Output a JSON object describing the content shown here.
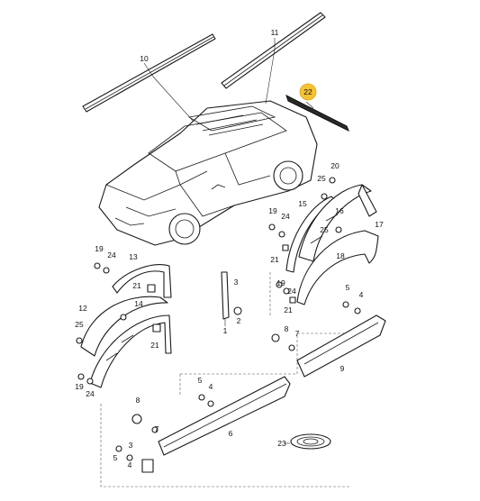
{
  "callouts": [
    {
      "id": "c10",
      "label": "10"
    },
    {
      "id": "c11",
      "label": "11"
    },
    {
      "id": "c22",
      "label": "22",
      "highlight": true
    },
    {
      "id": "c20",
      "label": "20"
    },
    {
      "id": "c25a",
      "label": "25"
    },
    {
      "id": "c15",
      "label": "15"
    },
    {
      "id": "c16",
      "label": "16"
    },
    {
      "id": "c17",
      "label": "17"
    },
    {
      "id": "c19a",
      "label": "19"
    },
    {
      "id": "c24a",
      "label": "24"
    },
    {
      "id": "c25b",
      "label": "25"
    },
    {
      "id": "c21a",
      "label": "21"
    },
    {
      "id": "c18",
      "label": "18"
    },
    {
      "id": "c19b",
      "label": "19"
    },
    {
      "id": "c24b",
      "label": "24"
    },
    {
      "id": "c13",
      "label": "13"
    },
    {
      "id": "c21b",
      "label": "21"
    },
    {
      "id": "c3",
      "label": "3"
    },
    {
      "id": "c21c",
      "label": "21"
    },
    {
      "id": "c19c",
      "label": "19"
    },
    {
      "id": "c24c",
      "label": "24"
    },
    {
      "id": "c2",
      "label": "2"
    },
    {
      "id": "c12",
      "label": "12"
    },
    {
      "id": "c14",
      "label": "14"
    },
    {
      "id": "c25c",
      "label": "25"
    },
    {
      "id": "c21d",
      "label": "21"
    },
    {
      "id": "c1",
      "label": "1"
    },
    {
      "id": "c5a",
      "label": "5"
    },
    {
      "id": "c4a",
      "label": "4"
    },
    {
      "id": "c8a",
      "label": "8"
    },
    {
      "id": "c7a",
      "label": "7"
    },
    {
      "id": "c9",
      "label": "9"
    },
    {
      "id": "c19d",
      "label": "19"
    },
    {
      "id": "c24d",
      "label": "24"
    },
    {
      "id": "c5b",
      "label": "5"
    },
    {
      "id": "c4b",
      "label": "4"
    },
    {
      "id": "c8b",
      "label": "8"
    },
    {
      "id": "c7b",
      "label": "7"
    },
    {
      "id": "c6",
      "label": "6"
    },
    {
      "id": "c5c",
      "label": "5"
    },
    {
      "id": "c4c",
      "label": "4"
    },
    {
      "id": "c3b",
      "label": "3"
    },
    {
      "id": "c23",
      "label": "23"
    }
  ],
  "colors": {
    "line": "#1a1a1a",
    "highlight": "#f5c234"
  }
}
